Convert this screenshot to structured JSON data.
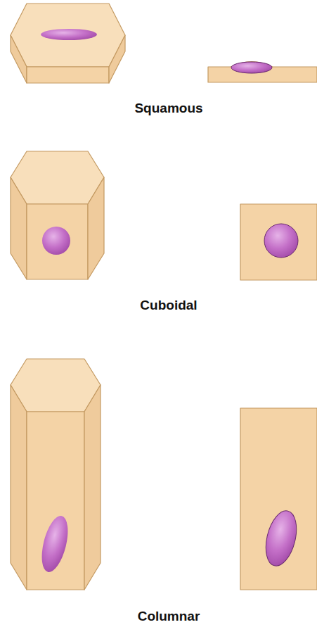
{
  "diagram": {
    "labels": [
      "Squamous",
      "Cuboidal",
      "Columnar"
    ]
  }
}
